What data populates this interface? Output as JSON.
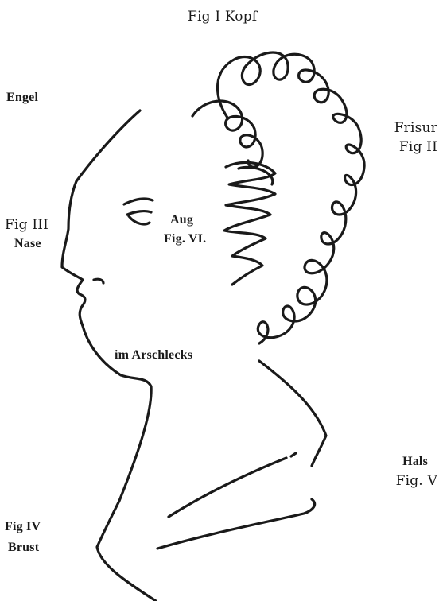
{
  "labels": {
    "fig1": "Fig I Kopf",
    "engel": "Engel",
    "frisur": "Frisur",
    "fig2": "Fig II",
    "fig3": "Fig III",
    "nase": "Nase",
    "aug": "Aug",
    "fig6": "Fig. VI.",
    "arschlecks": "im Arschlecks",
    "hals": "Hals",
    "fig5": "Fig. V",
    "fig4": "Fig IV",
    "brust": "Brust"
  },
  "colors": {
    "ink": "#1a1a1a",
    "paper": "#ffffff"
  }
}
